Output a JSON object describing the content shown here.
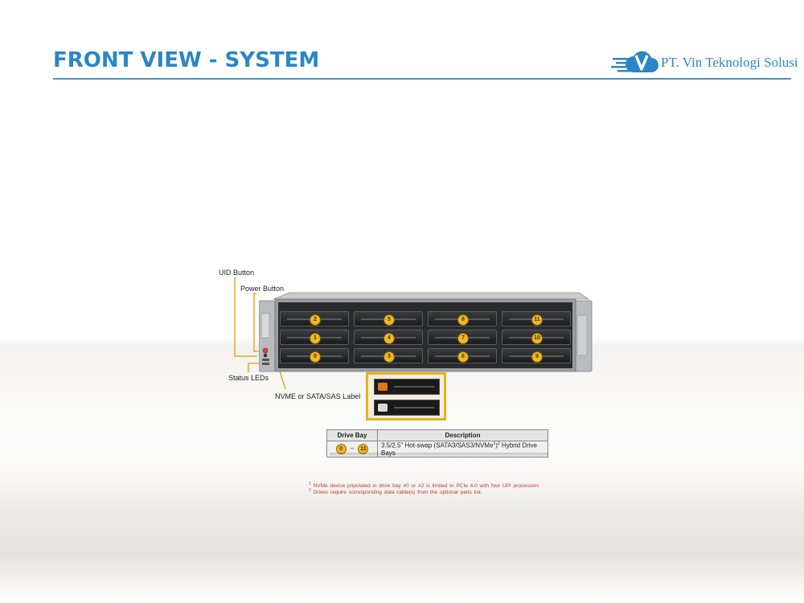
{
  "header": {
    "title": "FRONT VIEW - SYSTEM",
    "brand_name": "PT. Vin Teknologi Solusi",
    "accent_color": "#2a86c6"
  },
  "callouts": {
    "uid_button": "UID Button",
    "power_button": "Power Button",
    "status_leds": "Status LEDs",
    "drive_label": "NVME or SATA/SAS Label"
  },
  "drive_bays": {
    "top_row": [
      "2",
      "5",
      "8",
      "11"
    ],
    "middle_row": [
      "1",
      "4",
      "7",
      "10"
    ],
    "bottom_row": [
      "0",
      "3",
      "6",
      "9"
    ]
  },
  "table": {
    "col_drive_bay": "Drive Bay",
    "col_description": "Description",
    "bay_start": "0",
    "bay_dash": "–",
    "bay_end": "11",
    "description_main": "3.5/2.5\" Hot-swap (SATA3/SAS3/NVMe",
    "description_sup1": "1",
    "description_mid": ")",
    "description_sup2": "2",
    "description_end": " Hybrid Drive Bays"
  },
  "notes": {
    "note1_marker": "1",
    "note1_text": " NVMe device populated in drive bay #0 or #2 is limited to PCIe 4.0 with four UPI processors",
    "note2_marker": "2",
    "note2_text": " Drives require corresponding data cable(s) from the optional parts list."
  }
}
